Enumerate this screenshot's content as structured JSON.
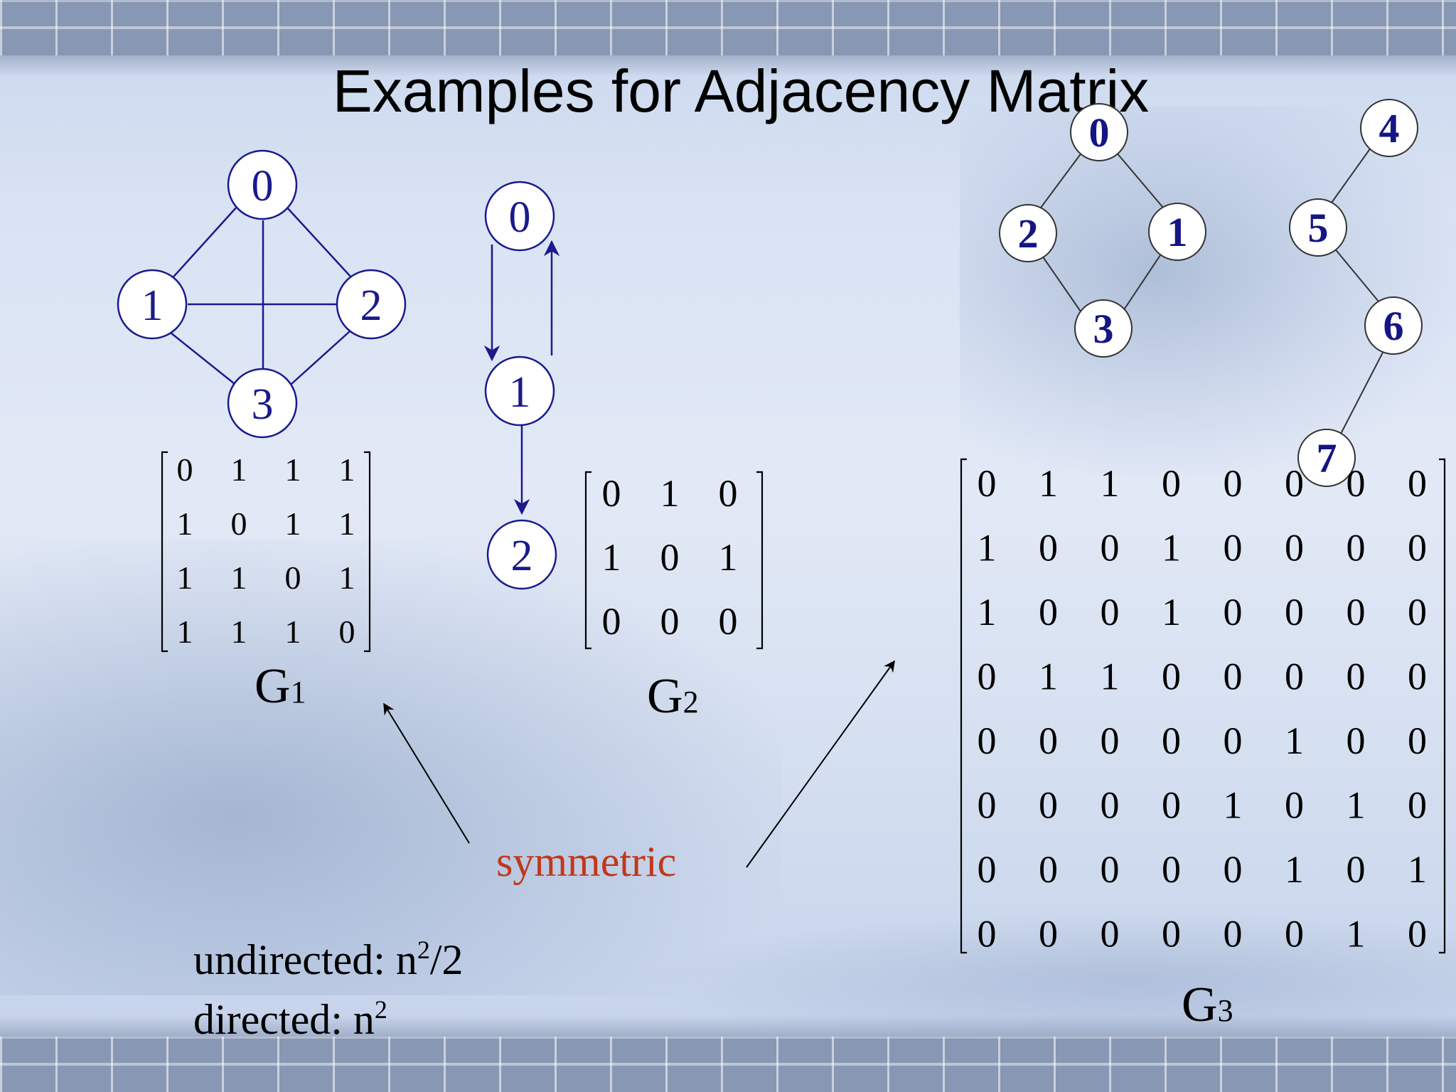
{
  "slide": {
    "title": "Examples for Adjacency Matrix"
  },
  "colors": {
    "node_stroke": "#1a1a8c",
    "node_label": "#1a1a8c",
    "g3_label": "#151585",
    "symmetric_text": "#c0381a"
  },
  "g1": {
    "type": "undirected",
    "nodes": [
      "0",
      "1",
      "2",
      "3"
    ],
    "edges": [
      [
        "0",
        "1"
      ],
      [
        "0",
        "2"
      ],
      [
        "0",
        "3"
      ],
      [
        "1",
        "2"
      ],
      [
        "1",
        "3"
      ],
      [
        "2",
        "3"
      ]
    ],
    "label_main": "G",
    "label_sub": "1",
    "matrix": [
      [
        "0",
        "1",
        "1",
        "1"
      ],
      [
        "1",
        "0",
        "1",
        "1"
      ],
      [
        "1",
        "1",
        "0",
        "1"
      ],
      [
        "1",
        "1",
        "1",
        "0"
      ]
    ]
  },
  "g2": {
    "type": "directed",
    "nodes": [
      "0",
      "1",
      "2"
    ],
    "edges": [
      [
        "0",
        "1"
      ],
      [
        "1",
        "0"
      ],
      [
        "1",
        "2"
      ]
    ],
    "label_main": "G",
    "label_sub": "2",
    "matrix": [
      [
        "0",
        "1",
        "0"
      ],
      [
        "1",
        "0",
        "1"
      ],
      [
        "0",
        "0",
        "0"
      ]
    ]
  },
  "g3": {
    "type": "undirected",
    "nodes": [
      "0",
      "1",
      "2",
      "3",
      "4",
      "5",
      "6",
      "7"
    ],
    "edges": [
      [
        "0",
        "1"
      ],
      [
        "0",
        "2"
      ],
      [
        "1",
        "3"
      ],
      [
        "2",
        "3"
      ],
      [
        "4",
        "5"
      ],
      [
        "5",
        "6"
      ],
      [
        "6",
        "7"
      ]
    ],
    "label_main": "G",
    "label_sub": "3",
    "matrix": [
      [
        "0",
        "1",
        "1",
        "0",
        "0",
        "0",
        "0",
        "0"
      ],
      [
        "1",
        "0",
        "0",
        "1",
        "0",
        "0",
        "0",
        "0"
      ],
      [
        "1",
        "0",
        "0",
        "1",
        "0",
        "0",
        "0",
        "0"
      ],
      [
        "0",
        "1",
        "1",
        "0",
        "0",
        "0",
        "0",
        "0"
      ],
      [
        "0",
        "0",
        "0",
        "0",
        "0",
        "1",
        "0",
        "0"
      ],
      [
        "0",
        "0",
        "0",
        "0",
        "1",
        "0",
        "1",
        "0"
      ],
      [
        "0",
        "0",
        "0",
        "0",
        "0",
        "1",
        "0",
        "1"
      ],
      [
        "0",
        "0",
        "0",
        "0",
        "0",
        "0",
        "1",
        "0"
      ]
    ]
  },
  "annotation": {
    "symmetric": "symmetric",
    "undirected_prefix": "undirected: n",
    "undirected_sup": "2",
    "undirected_suffix": "/2",
    "directed_prefix": "directed: n",
    "directed_sup": "2"
  }
}
